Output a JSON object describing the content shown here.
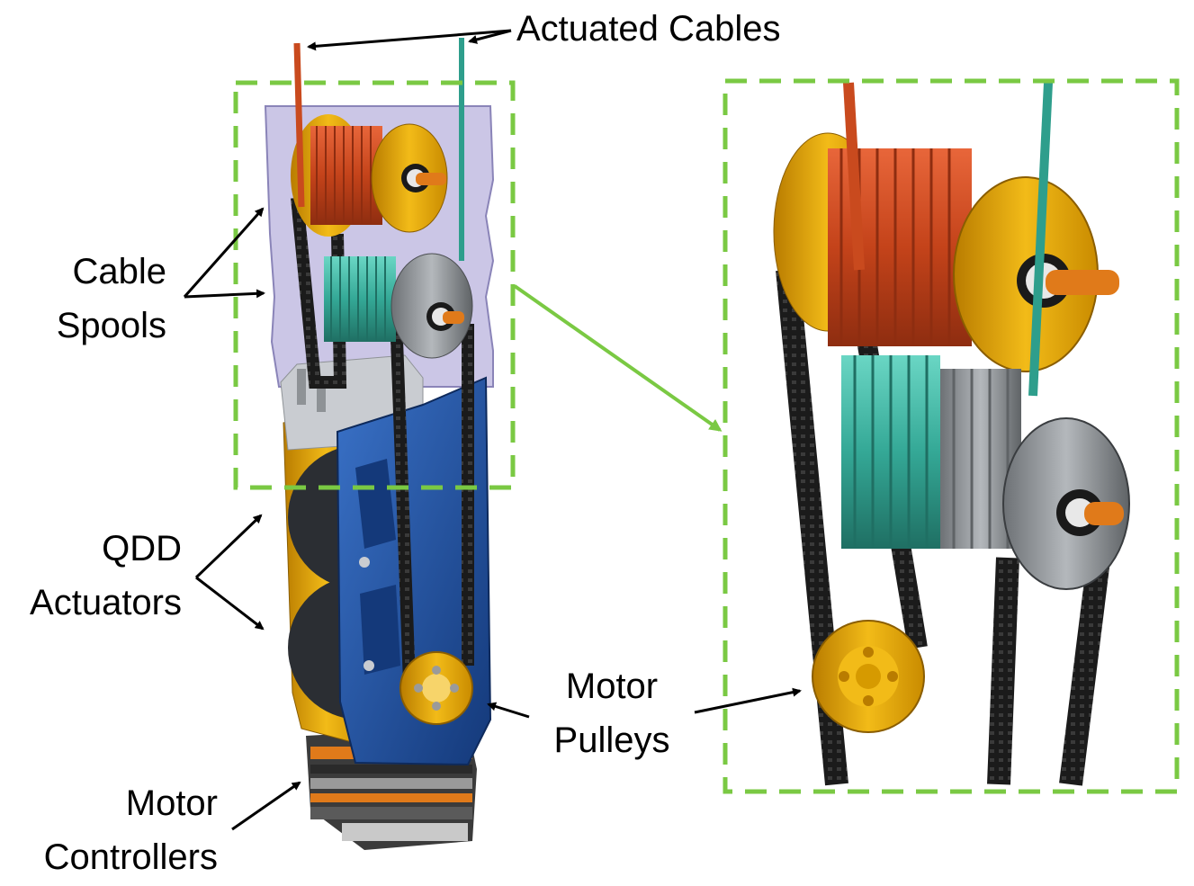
{
  "labels": {
    "actuated_cables": "Actuated Cables",
    "cable_spools": [
      "Cable",
      "Spools"
    ],
    "qdd_actuators": [
      "QDD",
      "Actuators"
    ],
    "motor_pulleys": [
      "Motor",
      "Pulleys"
    ],
    "motor_controllers": [
      "Motor",
      "Controllers"
    ]
  },
  "colors": {
    "dashed_box": "#7ac943",
    "arrow": "#000000",
    "cable_orange": "#c94a1e",
    "cable_teal": "#2e9e8c",
    "blue_frame": "#1f4fa0",
    "gold": "#e5a50a",
    "lavender": "#b9b3dd",
    "belt": "#1b1b1b",
    "grey": "#8e9296",
    "silver": "#c9ccd1"
  }
}
